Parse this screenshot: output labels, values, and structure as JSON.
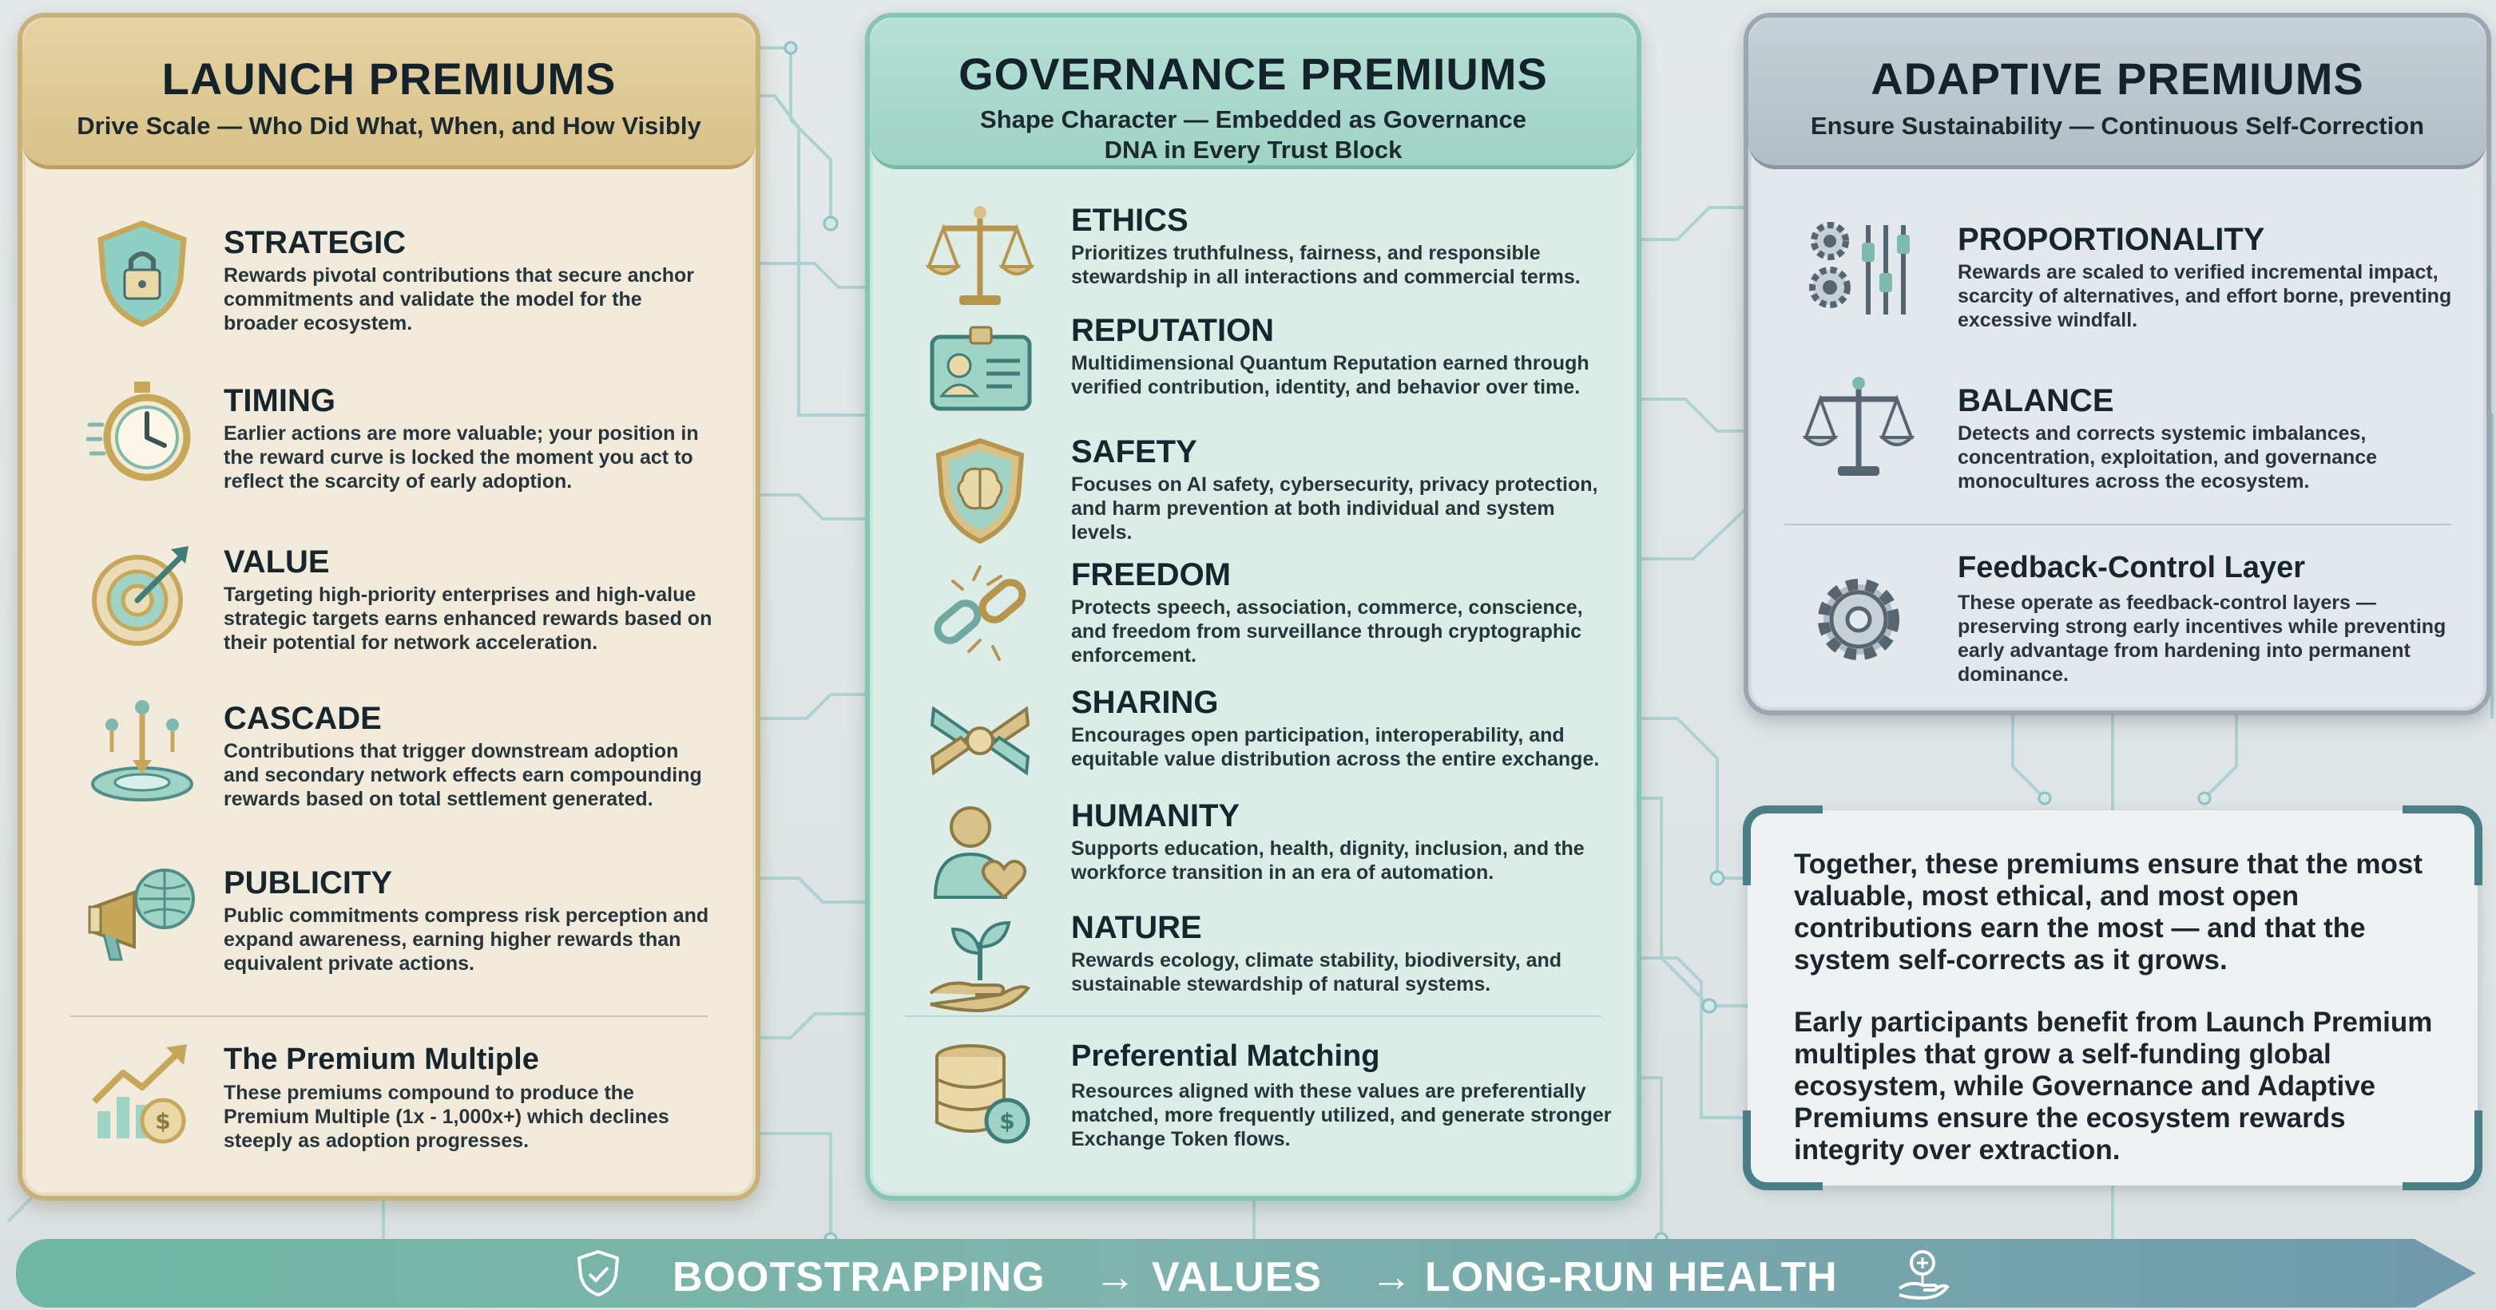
{
  "colors": {
    "launch": "#c8b27c",
    "governance": "#86c4b6",
    "adaptive": "#9aa7b1",
    "banner": "#6fb7a2"
  },
  "launch": {
    "title": "LAUNCH PREMIUMS",
    "subtitle": "Drive Scale — Who Did What, When, and How Visibly",
    "items": [
      {
        "icon": "shield-lock-icon",
        "title": "STRATEGIC",
        "desc": "Rewards pivotal contributions that secure anchor commitments and validate the model for the broader ecosystem."
      },
      {
        "icon": "stopwatch-icon",
        "title": "TIMING",
        "desc": "Earlier actions are more valuable; your position in the reward curve is locked the moment you act to reflect the scarcity of early adoption."
      },
      {
        "icon": "target-icon",
        "title": "VALUE",
        "desc": "Targeting high-priority enterprises and high-value strategic targets earns enhanced rewards based on their potential for network acceleration."
      },
      {
        "icon": "cascade-icon",
        "title": "CASCADE",
        "desc": "Contributions that trigger downstream adoption and secondary network effects earn compounding rewards based on total settlement generated."
      },
      {
        "icon": "megaphone-icon",
        "title": "PUBLICITY",
        "desc": "Public commitments compress risk perception and expand awareness, earning higher rewards than equivalent private actions."
      }
    ],
    "footer": {
      "icon": "growth-chart-icon",
      "title": "The Premium Multiple",
      "desc": "These premiums compound to produce the Premium Multiple (1x - 1,000x+) which declines steeply as adoption progresses."
    }
  },
  "governance": {
    "title": "GOVERNANCE PREMIUMS",
    "subtitle_1": "Shape Character — Embedded as Governance",
    "subtitle_2": "DNA in Every Trust Block",
    "items": [
      {
        "icon": "scales-icon",
        "title": "ETHICS",
        "desc": "Prioritizes truthfulness, fairness, and responsible stewardship in all interactions and commercial terms."
      },
      {
        "icon": "id-card-icon",
        "title": "REPUTATION",
        "desc": "Multidimensional Quantum Reputation earned through verified contribution, identity, and behavior over time."
      },
      {
        "icon": "brain-shield-icon",
        "title": "SAFETY",
        "desc": "Focuses on AI safety, cybersecurity, privacy protection, and harm prevention at both individual and system levels."
      },
      {
        "icon": "broken-chain-icon",
        "title": "FREEDOM",
        "desc": "Protects speech, association, commerce, conscience, and freedom from surveillance through cryptographic enforcement."
      },
      {
        "icon": "hands-icon",
        "title": "SHARING",
        "desc": "Encourages open participation, interoperability, and equitable value distribution across the entire exchange."
      },
      {
        "icon": "person-heart-icon",
        "title": "HUMANITY",
        "desc": "Supports education, health, dignity, inclusion, and the workforce transition in an era of automation."
      },
      {
        "icon": "plant-hand-icon",
        "title": "NATURE",
        "desc": "Rewards ecology, climate stability, biodiversity, and sustainable stewardship of natural systems."
      }
    ],
    "footer": {
      "icon": "database-coin-icon",
      "title": "Preferential Matching",
      "desc": "Resources aligned with these values are preferentially matched, more frequently utilized, and generate stronger Exchange Token flows."
    }
  },
  "adaptive": {
    "title": "ADAPTIVE PREMIUMS",
    "subtitle": "Ensure Sustainability — Continuous Self-Correction",
    "items": [
      {
        "icon": "gears-sliders-icon",
        "title": "PROPORTIONALITY",
        "desc": "Rewards are scaled to verified incremental impact, scarcity of alternatives, and effort borne, preventing excessive windfall."
      },
      {
        "icon": "balance-icon",
        "title": "BALANCE",
        "desc": "Detects and corrects systemic imbalances, concentration, exploitation, and governance monocultures across the ecosystem."
      }
    ],
    "footer": {
      "icon": "gear-icon",
      "title": "Feedback-Control Layer",
      "desc": "These operate as feedback-control layers — preserving strong early incentives while preventing early advantage from hardening into permanent dominance."
    }
  },
  "summary": {
    "p1": "Together, these premiums ensure that the most valuable, most ethical, and most open contributions earn the most — and that the system self-corrects as it grows.",
    "p2": "Early participants benefit from Launch Premium multiples that grow a self-funding global ecosystem, while Governance and Adaptive Premiums ensure the ecosystem rewards integrity over extraction."
  },
  "banner": {
    "step1": "BOOTSTRAPPING",
    "arrow": "→",
    "step2": "VALUES",
    "step3": "LONG-RUN HEALTH"
  }
}
